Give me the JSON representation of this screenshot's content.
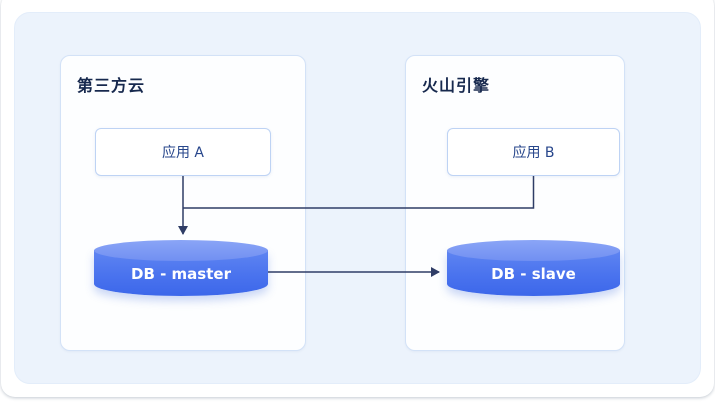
{
  "panels": [
    {
      "id": "third-party-cloud",
      "title": "第三方云",
      "app_label": "应用 A",
      "db_label": "DB - master"
    },
    {
      "id": "volcano-engine",
      "title": "火山引擎",
      "app_label": "应用 B",
      "db_label": "DB - slave"
    }
  ],
  "edges": [
    {
      "from": "应用 A",
      "to": "DB - master",
      "arrow": true
    },
    {
      "from": "应用 B",
      "to": "DB - master",
      "arrow": true
    },
    {
      "from": "DB - master",
      "to": "DB - slave",
      "arrow": true
    }
  ],
  "colors": {
    "canvas_bg": "#ecf3fc",
    "panel_bg": "#fdfeff",
    "panel_border": "#d3e2f7",
    "title_text": "#17294e",
    "app_box_border": "#bed3f4",
    "app_text": "#27468b",
    "db_top": "#7f9cf4",
    "db_body_top": "#5f85f2",
    "db_body_bottom": "#3c67ea",
    "db_text": "#ffffff",
    "edge_stroke": "#2f3d66"
  }
}
